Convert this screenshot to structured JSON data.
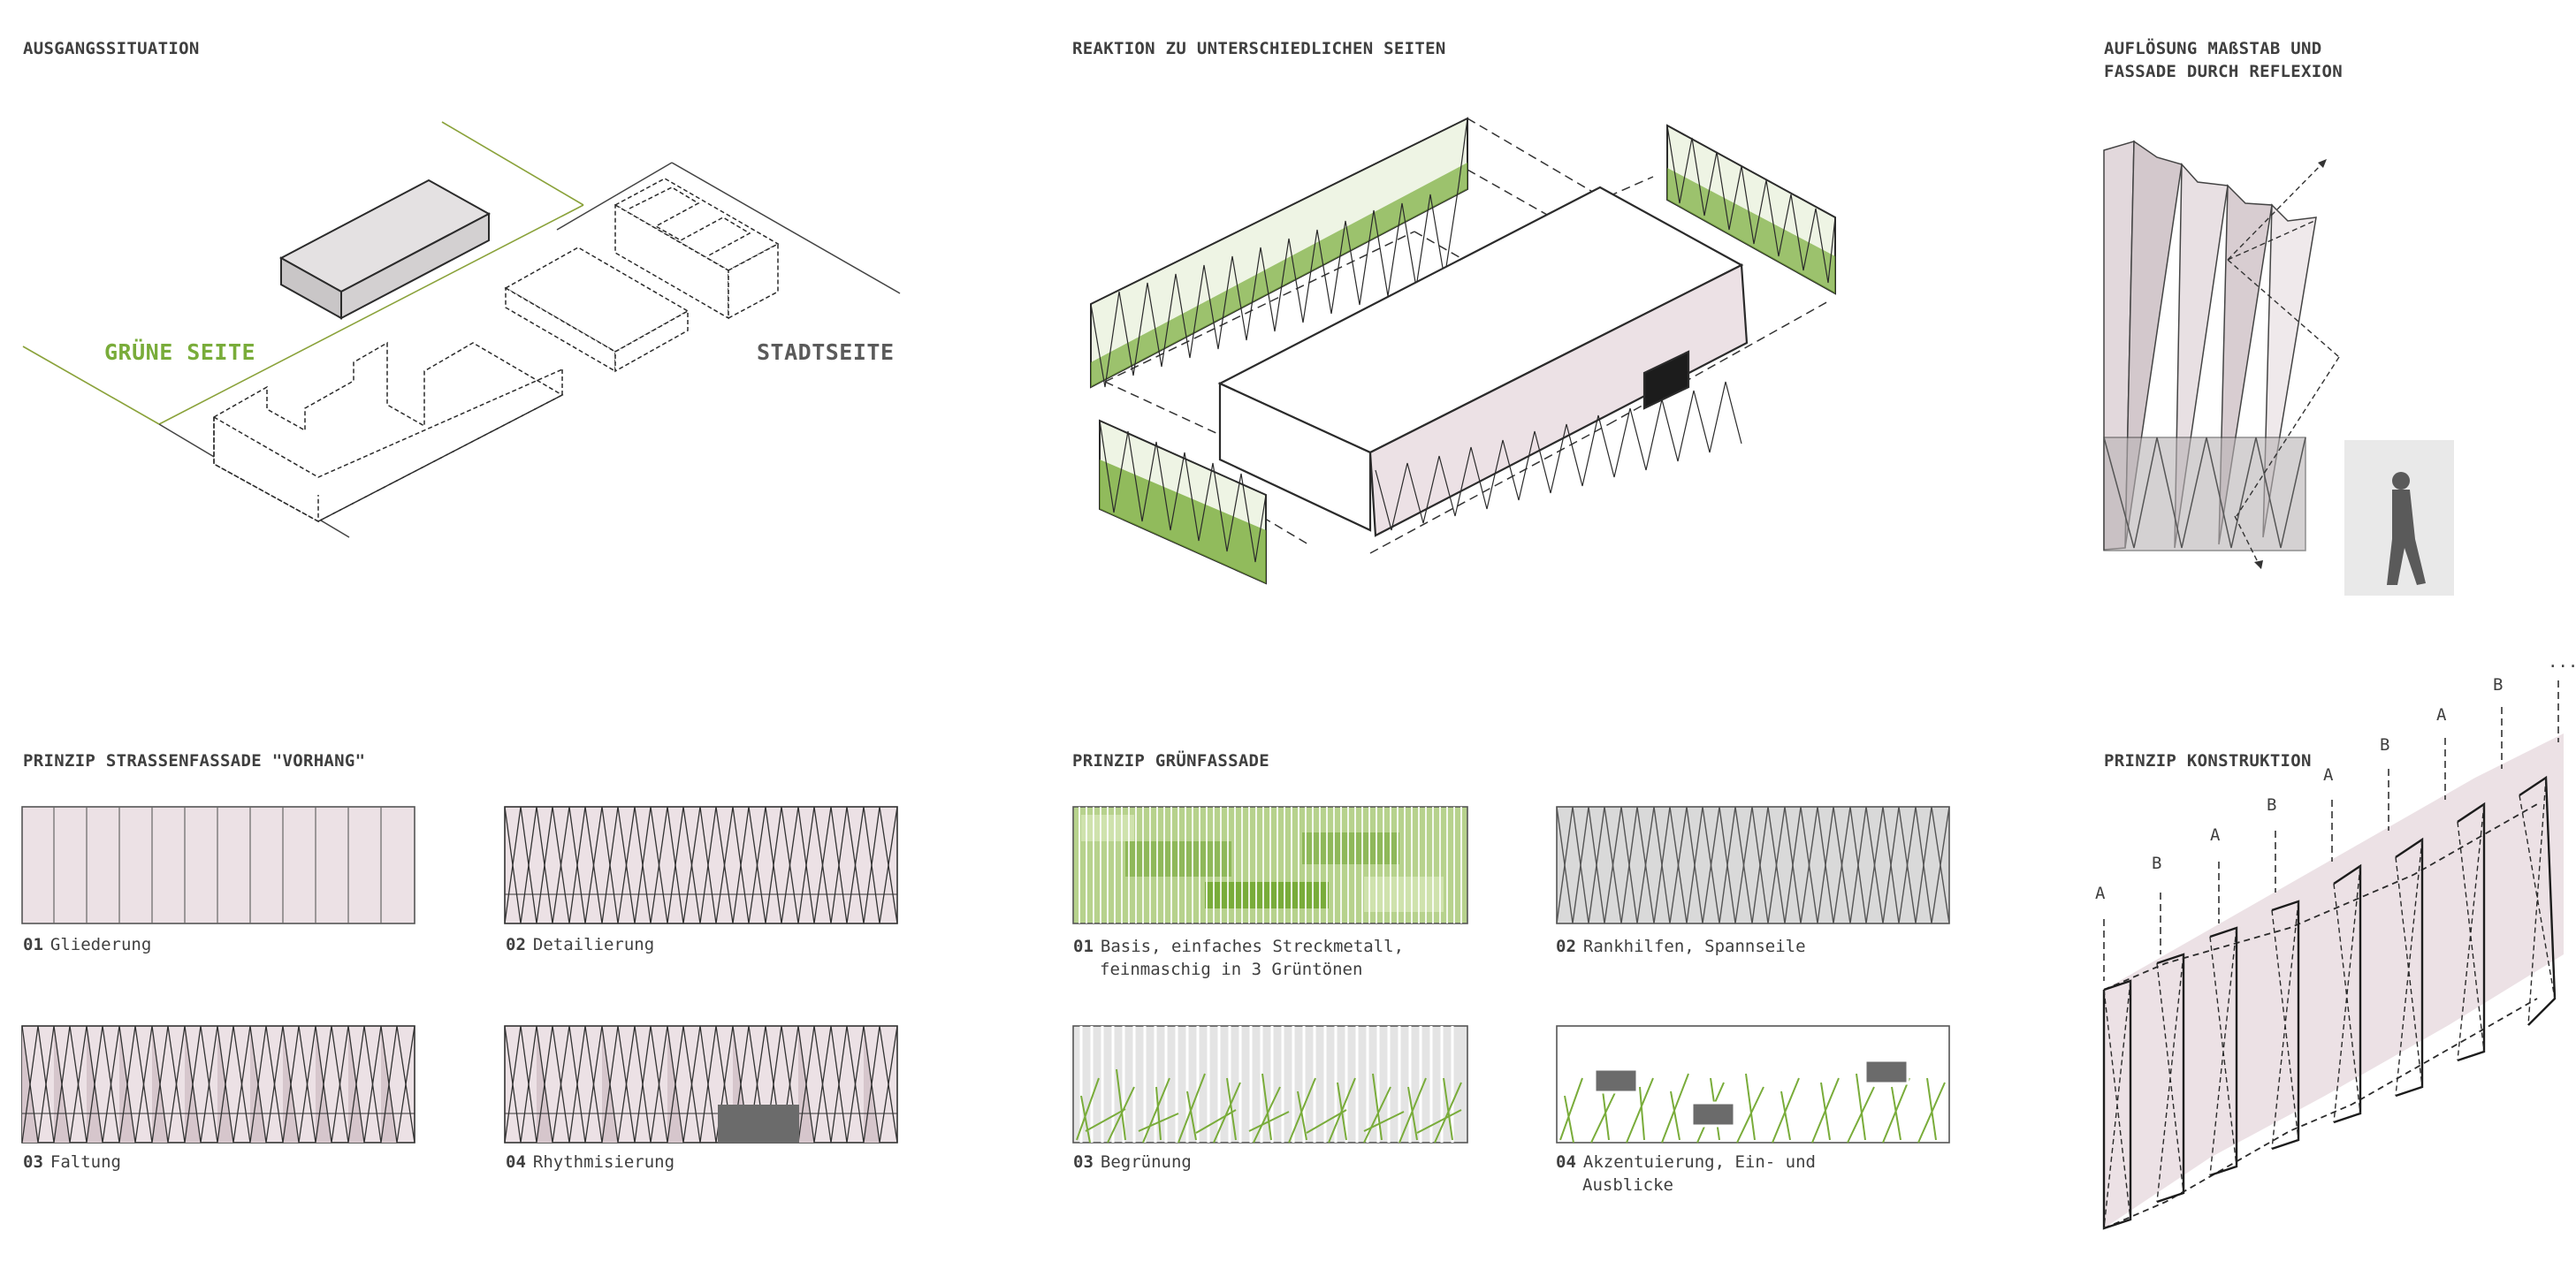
{
  "colors": {
    "pink": "#ece1e5",
    "pink_dark": "#d6c6cc",
    "green": "#79ac3a",
    "green_light": "#b7d28d",
    "grey_fill": "#d3d0d1",
    "dark_block": "#6b6b6b",
    "line": "#2b2b2b"
  },
  "sections": {
    "ausgang": {
      "title": "AUSGANGSSITUATION",
      "green_label": "GRÜNE SEITE",
      "city_label": "STADTSEITE"
    },
    "reaktion": {
      "title": "REAKTION ZU UNTERSCHIEDLICHEN SEITEN"
    },
    "aufloesung": {
      "title": "AUFLÖSUNG MAßSTAB UND\nFASSADE DURCH REFLEXION"
    },
    "strassen": {
      "title": "PRINZIP STRASSENFASSADE \"VORHANG\"",
      "items": [
        {
          "num": "01",
          "text": "Gliederung"
        },
        {
          "num": "02",
          "text": "Detailierung"
        },
        {
          "num": "03",
          "text": "Faltung"
        },
        {
          "num": "04",
          "text": "Rhythmisierung"
        }
      ]
    },
    "gruen": {
      "title": "PRINZIP GRÜNFASSADE",
      "items": [
        {
          "num": "01",
          "text": "Basis, einfaches Streckmetall,",
          "text2": "feinmaschig in 3 Grüntönen"
        },
        {
          "num": "02",
          "text": "Rankhilfen, Spannseile"
        },
        {
          "num": "03",
          "text": "Begrünung"
        },
        {
          "num": "04",
          "text": "Akzentuierung, Ein- und",
          "text2": "Ausblicke"
        }
      ]
    },
    "konstruktion": {
      "title": "PRINZIP KONSTRUKTION",
      "markers": [
        "A",
        "B",
        "A",
        "B",
        "A",
        "B",
        "A",
        "B"
      ],
      "ellipsis": "..."
    }
  }
}
